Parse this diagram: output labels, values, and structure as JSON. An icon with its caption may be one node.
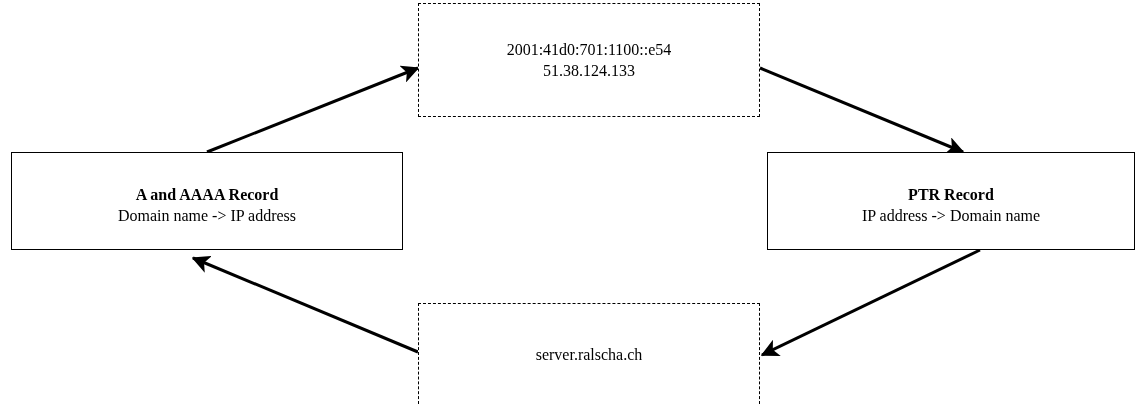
{
  "diagram": {
    "nodes": [
      {
        "text": [
          "2001:41d0:701:1100::e54",
          "51.38.124.133"
        ]
      },
      {
        "text": [
          "A and AAAA Record",
          "Domain name -> IP address"
        ]
      },
      {
        "text": [
          "PTR Record",
          "IP address -> Domain name"
        ]
      },
      {
        "text": [
          "server.ralscha.ch"
        ]
      }
    ],
    "edges": [
      {
        "from": 1,
        "to": 0,
        "arrow": "to"
      },
      {
        "from": 0,
        "to": 2,
        "arrow": "to"
      },
      {
        "from": 2,
        "to": 3,
        "arrow": "to"
      },
      {
        "from": 3,
        "to": 1,
        "arrow": "to"
      }
    ]
  }
}
